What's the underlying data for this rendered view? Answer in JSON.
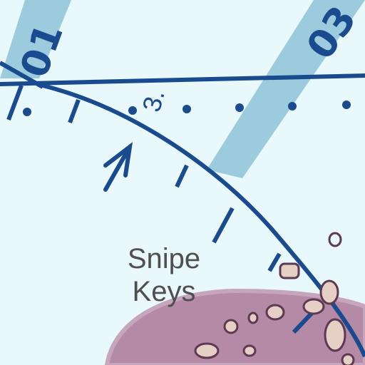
{
  "map": {
    "colors": {
      "water": "#e8f8fb",
      "line": "#1a4b8f",
      "runway_band": "#9bcbdc",
      "land": "#b48aa6",
      "land_edge": "#c6a6bd",
      "rock_fill": "#e6cfc4",
      "rock_stroke": "#5b3a52",
      "label": "#4f4f4f"
    },
    "runway_labels": [
      {
        "text": "01"
      },
      {
        "text": "03"
      }
    ],
    "depth_label": "3.",
    "place": {
      "line1": "Snipe",
      "line2": "Keys"
    },
    "icons": [
      "arrow-icon"
    ]
  }
}
